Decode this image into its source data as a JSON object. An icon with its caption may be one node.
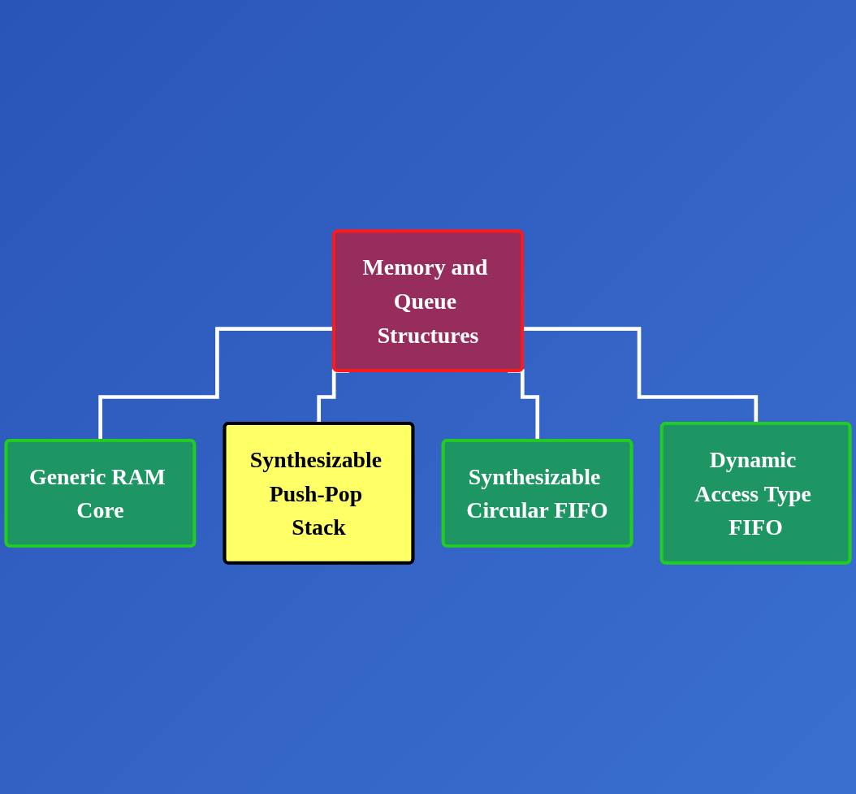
{
  "diagram": {
    "nodes": [
      {
        "text": [
          "Memory and Queue Structures"
        ]
      },
      {
        "text": [
          "Generic RAM Core"
        ]
      },
      {
        "text": [
          "Synthesizable Push-Pop Stack"
        ]
      },
      {
        "text": [
          "Synthesizable Circular FIFO"
        ]
      },
      {
        "text": [
          "Dynamic Access Type FIFO"
        ]
      }
    ],
    "edges": [
      {
        "from": 0,
        "to": 1,
        "arrow": "none"
      },
      {
        "from": 0,
        "to": 2,
        "arrow": "none"
      },
      {
        "from": 0,
        "to": 3,
        "arrow": "none"
      },
      {
        "from": 0,
        "to": 4,
        "arrow": "none"
      }
    ]
  }
}
